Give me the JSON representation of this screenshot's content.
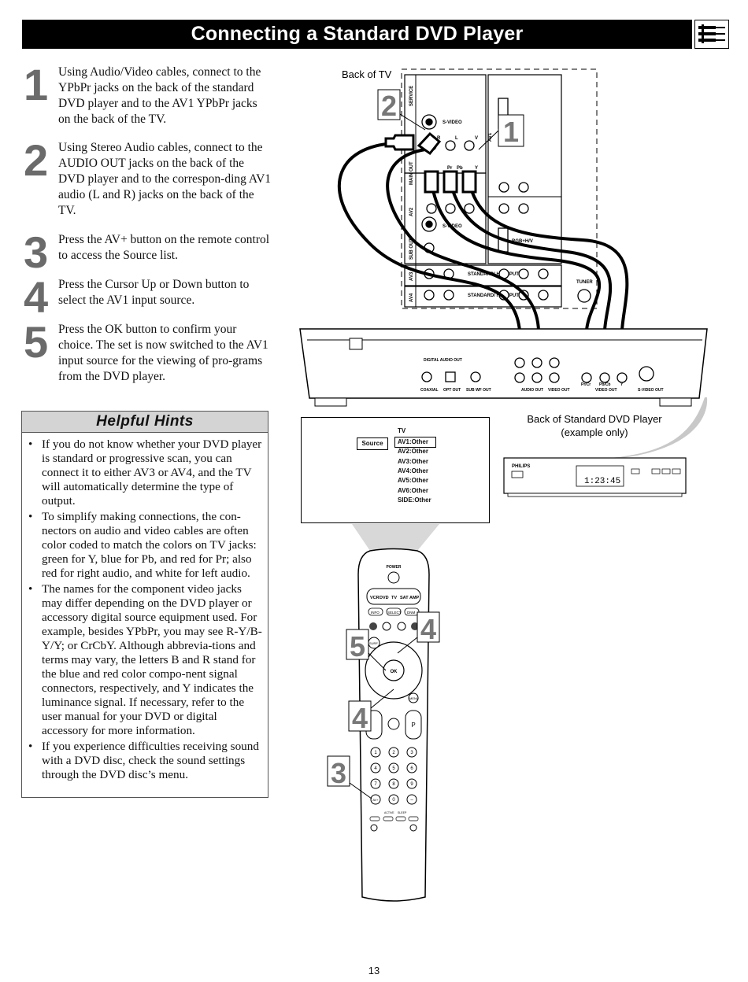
{
  "header": {
    "title": "Connecting a Standard DVD Player"
  },
  "steps": [
    {
      "num": "1",
      "text": "Using Audio/Video cables, connect to the YPbPr jacks on the back of the standard DVD player and to the AV1 YPbPr jacks on the back of the TV."
    },
    {
      "num": "2",
      "text": "Using Stereo Audio cables, connect to the AUDIO OUT jacks on the back of the DVD player and to the correspon-ding AV1 audio (L and R) jacks on the back of the TV."
    },
    {
      "num": "3",
      "text": "Press the AV+ button on the remote control to access the Source list."
    },
    {
      "num": "4",
      "text": "Press the Cursor Up or Down button to select the AV1 input source."
    },
    {
      "num": "5",
      "text": "Press the OK button to confirm your choice. The set is now switched to the AV1 input source for the viewing of pro-grams from the DVD player."
    }
  ],
  "hints": {
    "title": "Helpful Hints",
    "items": [
      "If you do not know whether your DVD player is standard or progressive scan, you can connect it to either AV3 or AV4, and the TV will automatically determine the type of output.",
      "To simplify making connections, the con-nectors on audio and video cables are often color coded to match the colors on TV jacks: green for Y, blue for Pb, and red for Pr; also red for right audio, and white for left audio.",
      "The names for the component video jacks may differ depending on the DVD player or accessory digital source equipment used. For example, besides YPbPr, you may see R-Y/B-Y/Y; or CrCbY. Although abbrevia-tions and terms may vary, the letters B and R stand for the blue and red color compo-nent signal connectors, respectively, and Y indicates the luminance signal. If necessary, refer to the user manual for your DVD or digital accessory for more information.",
      "If you experience difficulties receiving sound with a DVD disc, check the sound settings through the DVD disc’s menu."
    ]
  },
  "diagram": {
    "back_of_tv": "Back of TV",
    "dvd_caption_line1": "Back of Standard DVD Player",
    "dvd_caption_line2": "(example only)",
    "callouts": {
      "c1": "1",
      "c2": "2",
      "c3": "3",
      "c4a": "4",
      "c4b": "4",
      "c5": "5"
    },
    "tv_labels": {
      "service": "SERVICE",
      "svideo": "S-VIDEO",
      "svideo2": "S-VIDEO",
      "av1": "AV1",
      "av2": "AV2",
      "av3": "AV3",
      "av4": "AV4",
      "main_out": "MAIN OUT",
      "sub_out": "SUB OUT",
      "standard_hd1": "STANDARD/ HD INPUTS",
      "standard_hd2": "STANDARD/ HD INPUTS",
      "tuner": "TUNER",
      "rgb": "RGB+H/V",
      "r": "R",
      "l": "L",
      "v": "V",
      "pr": "Pr",
      "pb": "Pb",
      "y": "Y"
    },
    "dvd_labels": {
      "digital_audio": "DIGITAL AUDIO OUT",
      "coaxial": "COAXIAL",
      "opt_out": "OPT OUT",
      "sub_wf_out": "SUB WF OUT",
      "audio_out": "AUDIO OUT",
      "video_out": "VIDEO OUT",
      "pr_cr": "Pr/Cr",
      "pb_cb": "Pb/Cb",
      "y": "Y",
      "video_out2": "VIDEO OUT",
      "svideo_out": "S-VIDEO OUT"
    },
    "front_dvd": {
      "brand": "PHILIPS",
      "display": "1:23:45"
    }
  },
  "osd": {
    "tv": "TV",
    "source": "Source",
    "items": [
      "AV1:Other",
      "AV2:Other",
      "AV3:Other",
      "AV4:Other",
      "AV5:Other",
      "AV6:Other",
      "SIDE:Other"
    ]
  },
  "remote": {
    "power": "POWER",
    "modes": [
      "VCR",
      "DVD",
      "TV",
      "SAT",
      "AMP"
    ],
    "info": "INFO",
    "select": "SELECT",
    "dnm": "DNM",
    "ok": "OK",
    "menu": "MENU",
    "p": "P",
    "surf": "SURF",
    "digits": [
      "1",
      "2",
      "3",
      "4",
      "5",
      "6",
      "7",
      "8",
      "9",
      "AV+",
      "0",
      "–"
    ],
    "active": "ACTIVE",
    "sleep": "SLEEP"
  },
  "page_number": "13"
}
